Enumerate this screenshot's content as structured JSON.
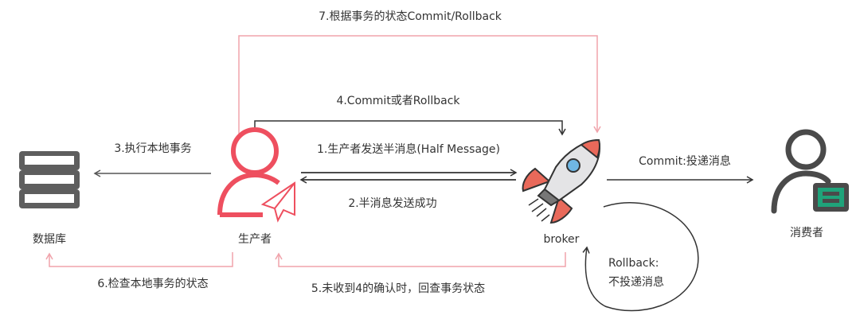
{
  "nodes": {
    "database": "数据库",
    "producer": "生产者",
    "broker": "broker",
    "consumer": "消费者"
  },
  "steps": {
    "s1": "1.生产者发送半消息(Half Message)",
    "s2": "2.半消息发送成功",
    "s3": "3.执行本地事务",
    "s4": "4.Commit或者Rollback",
    "s5": "5.未收到4的确认时，回查事务状态",
    "s6": "6.检查本地事务的状态",
    "s7": "7.根据事务的状态Commit/Rollback",
    "commit": "Commit:投递消息",
    "rollback_1": "Rollback:",
    "rollback_2": "不投递消息"
  },
  "colors": {
    "pink": "#f0a3ab",
    "red": "#ee4f5f",
    "dark": "#333333",
    "gray": "#555555",
    "green": "#1fa37a"
  }
}
